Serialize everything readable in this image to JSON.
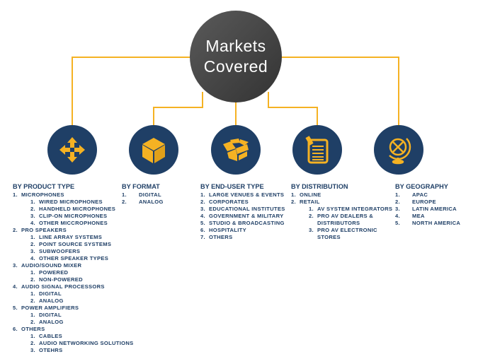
{
  "hub": {
    "line1": "Markets",
    "line2": "Covered"
  },
  "colors": {
    "accent": "#f5b223",
    "node": "#1f3f66",
    "text": "#1f3f66",
    "hub": "#444444"
  },
  "segments": [
    {
      "icon": "move-arrows-icon",
      "title": "BY PRODUCT TYPE",
      "items": [
        {
          "num": "1.",
          "label": "MICROPHONES",
          "subs": [
            {
              "num": "1.",
              "label": "WIRED MICROPHONES"
            },
            {
              "num": "2.",
              "label": "HANDHELD MICROPHONES"
            },
            {
              "num": "3.",
              "label": "CLIP-ON MICROPHONES"
            },
            {
              "num": "4.",
              "label": "OTHER MICCROPHONES"
            }
          ]
        },
        {
          "num": "2.",
          "label": "PRO SPEAKERS",
          "subs": [
            {
              "num": "1.",
              "label": "LINE ARRAY SYSTEMS"
            },
            {
              "num": "2.",
              "label": "POINT SOURCE SYSTEMS"
            },
            {
              "num": "3.",
              "label": "SUBWOOFERS"
            },
            {
              "num": "4.",
              "label": "OTHER SPEAKER  TYPES"
            }
          ]
        },
        {
          "num": "3.",
          "label": "AUDIO/SOUND MIXER",
          "subs": [
            {
              "num": "1.",
              "label": "POWERED"
            },
            {
              "num": "2.",
              "label": "NON-POWERED"
            }
          ]
        },
        {
          "num": "4.",
          "label": "AUDIO SIGNAL PROCESSORS",
          "subs": [
            {
              "num": "1.",
              "label": "DIGITAL"
            },
            {
              "num": "2.",
              "label": "ANALOG"
            }
          ]
        },
        {
          "num": "5.",
          "label": "POWER AMPLIFIERS",
          "subs": [
            {
              "num": "1.",
              "label": "DIGITAL"
            },
            {
              "num": "2.",
              "label": "ANALOG"
            }
          ]
        },
        {
          "num": "6.",
          "label": "OTHERS",
          "subs": [
            {
              "num": "1.",
              "label": "CABLES"
            },
            {
              "num": "2.",
              "label": "AUDIO NETWORKING SOLUTIONS"
            },
            {
              "num": "3.",
              "label": "OTEHRS"
            }
          ]
        }
      ]
    },
    {
      "icon": "cube-icon",
      "title": "BY FORMAT",
      "items": [
        {
          "num": "1.",
          "label": "DIGITAL",
          "subs": []
        },
        {
          "num": "2.",
          "label": "ANALOG",
          "subs": []
        }
      ]
    },
    {
      "icon": "open-box-icon",
      "title": "BY END-USER TYPE",
      "items": [
        {
          "num": "1.",
          "label": "LARGE VENUES & EVENTS",
          "subs": []
        },
        {
          "num": "2.",
          "label": "CORPORATES",
          "subs": []
        },
        {
          "num": "3.",
          "label": "EDUCATIONAL INSTITUTES",
          "subs": []
        },
        {
          "num": "4.",
          "label": "GOVERNMENT & MILITARY",
          "subs": []
        },
        {
          "num": "5.",
          "label": "STUDIO & BROADCASTING",
          "subs": []
        },
        {
          "num": "6.",
          "label": "HOSPITALITY",
          "subs": []
        },
        {
          "num": "7.",
          "label": "OTHERS",
          "subs": []
        }
      ]
    },
    {
      "icon": "document-pencil-icon",
      "title": "BY DISTRIBUTION",
      "items": [
        {
          "num": "1.",
          "label": "ONLINE",
          "subs": []
        },
        {
          "num": "2.",
          "label": "RETAIL",
          "subs": [
            {
              "num": "1.",
              "label": "AV SYSTEM INTEGRATORS"
            },
            {
              "num": "2.",
              "label": "PRO AV DEALERS &",
              "cont": "DISTRIBUTORS"
            },
            {
              "num": "3.",
              "label": "PRO AV ELECTRONIC",
              "cont": "STORES"
            }
          ]
        }
      ]
    },
    {
      "icon": "globe-icon",
      "title": "BY GEOGRAPHY",
      "items": [
        {
          "num": "1.",
          "label": "APAC",
          "subs": []
        },
        {
          "num": "2.",
          "label": "EUROPE",
          "subs": []
        },
        {
          "num": "3.",
          "label": "LATIN AMERICA",
          "subs": []
        },
        {
          "num": "4.",
          "label": "MEA",
          "subs": []
        },
        {
          "num": "5.",
          "label": "NORTH AMERICA",
          "subs": []
        }
      ]
    }
  ]
}
